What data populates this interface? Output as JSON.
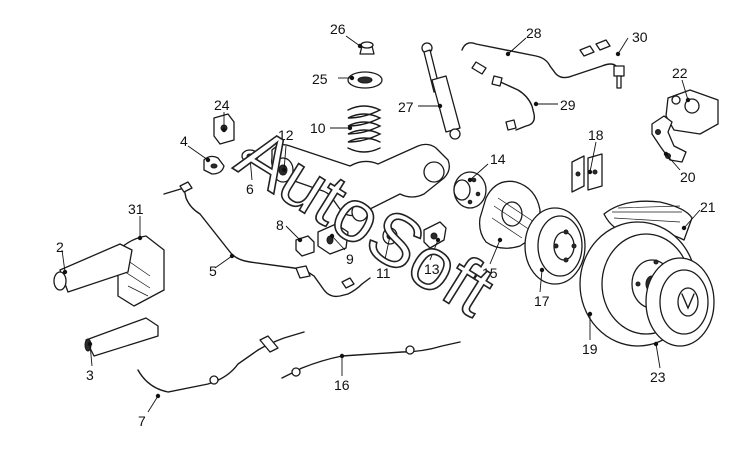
{
  "watermark": "AutoSoft",
  "callouts": [
    {
      "id": "2",
      "label": "2"
    },
    {
      "id": "3",
      "label": "3"
    },
    {
      "id": "4",
      "label": "4"
    },
    {
      "id": "5",
      "label": "5"
    },
    {
      "id": "6",
      "label": "6"
    },
    {
      "id": "7",
      "label": "7"
    },
    {
      "id": "8",
      "label": "8"
    },
    {
      "id": "9",
      "label": "9"
    },
    {
      "id": "10",
      "label": "10"
    },
    {
      "id": "11",
      "label": "11"
    },
    {
      "id": "12",
      "label": "12"
    },
    {
      "id": "13",
      "label": "13"
    },
    {
      "id": "14",
      "label": "14"
    },
    {
      "id": "15",
      "label": "15"
    },
    {
      "id": "16",
      "label": "16"
    },
    {
      "id": "17",
      "label": "17"
    },
    {
      "id": "18",
      "label": "18"
    },
    {
      "id": "19",
      "label": "19"
    },
    {
      "id": "20",
      "label": "20"
    },
    {
      "id": "21",
      "label": "21"
    },
    {
      "id": "22",
      "label": "22"
    },
    {
      "id": "23",
      "label": "23"
    },
    {
      "id": "24",
      "label": "24"
    },
    {
      "id": "25",
      "label": "25"
    },
    {
      "id": "26",
      "label": "26"
    },
    {
      "id": "27",
      "label": "27"
    },
    {
      "id": "28",
      "label": "28"
    },
    {
      "id": "29",
      "label": "29"
    },
    {
      "id": "30",
      "label": "30"
    },
    {
      "id": "31",
      "label": "31"
    }
  ]
}
